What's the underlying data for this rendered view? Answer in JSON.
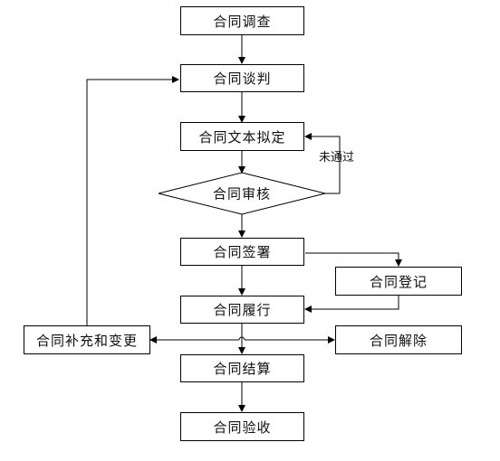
{
  "nodes": {
    "survey": "合同调查",
    "negotiation": "合同谈判",
    "drafting": "合同文本拟定",
    "review": "合同审核",
    "signing": "合同签署",
    "registration": "合同登记",
    "performance": "合同履行",
    "supplement": "合同补充和变更",
    "termination": "合同解除",
    "settlement": "合同结算",
    "acceptance": "合同验收"
  },
  "edges": {
    "review_rejected": "未通过"
  }
}
